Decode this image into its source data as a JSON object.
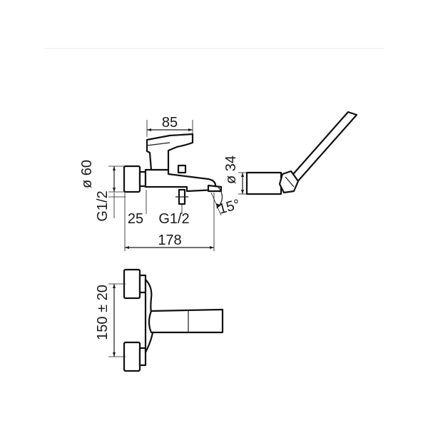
{
  "dimensions": {
    "spout_width": "85",
    "body_diameter": "ø 60",
    "shower_holder_diameter": "ø 34",
    "inlet_thread_left": "G1/2",
    "inlet_offset": "25",
    "outlet_thread": "G1/2",
    "swivel_angle": "15°",
    "overall_length": "178",
    "centre_distance": "150 ± 20"
  }
}
